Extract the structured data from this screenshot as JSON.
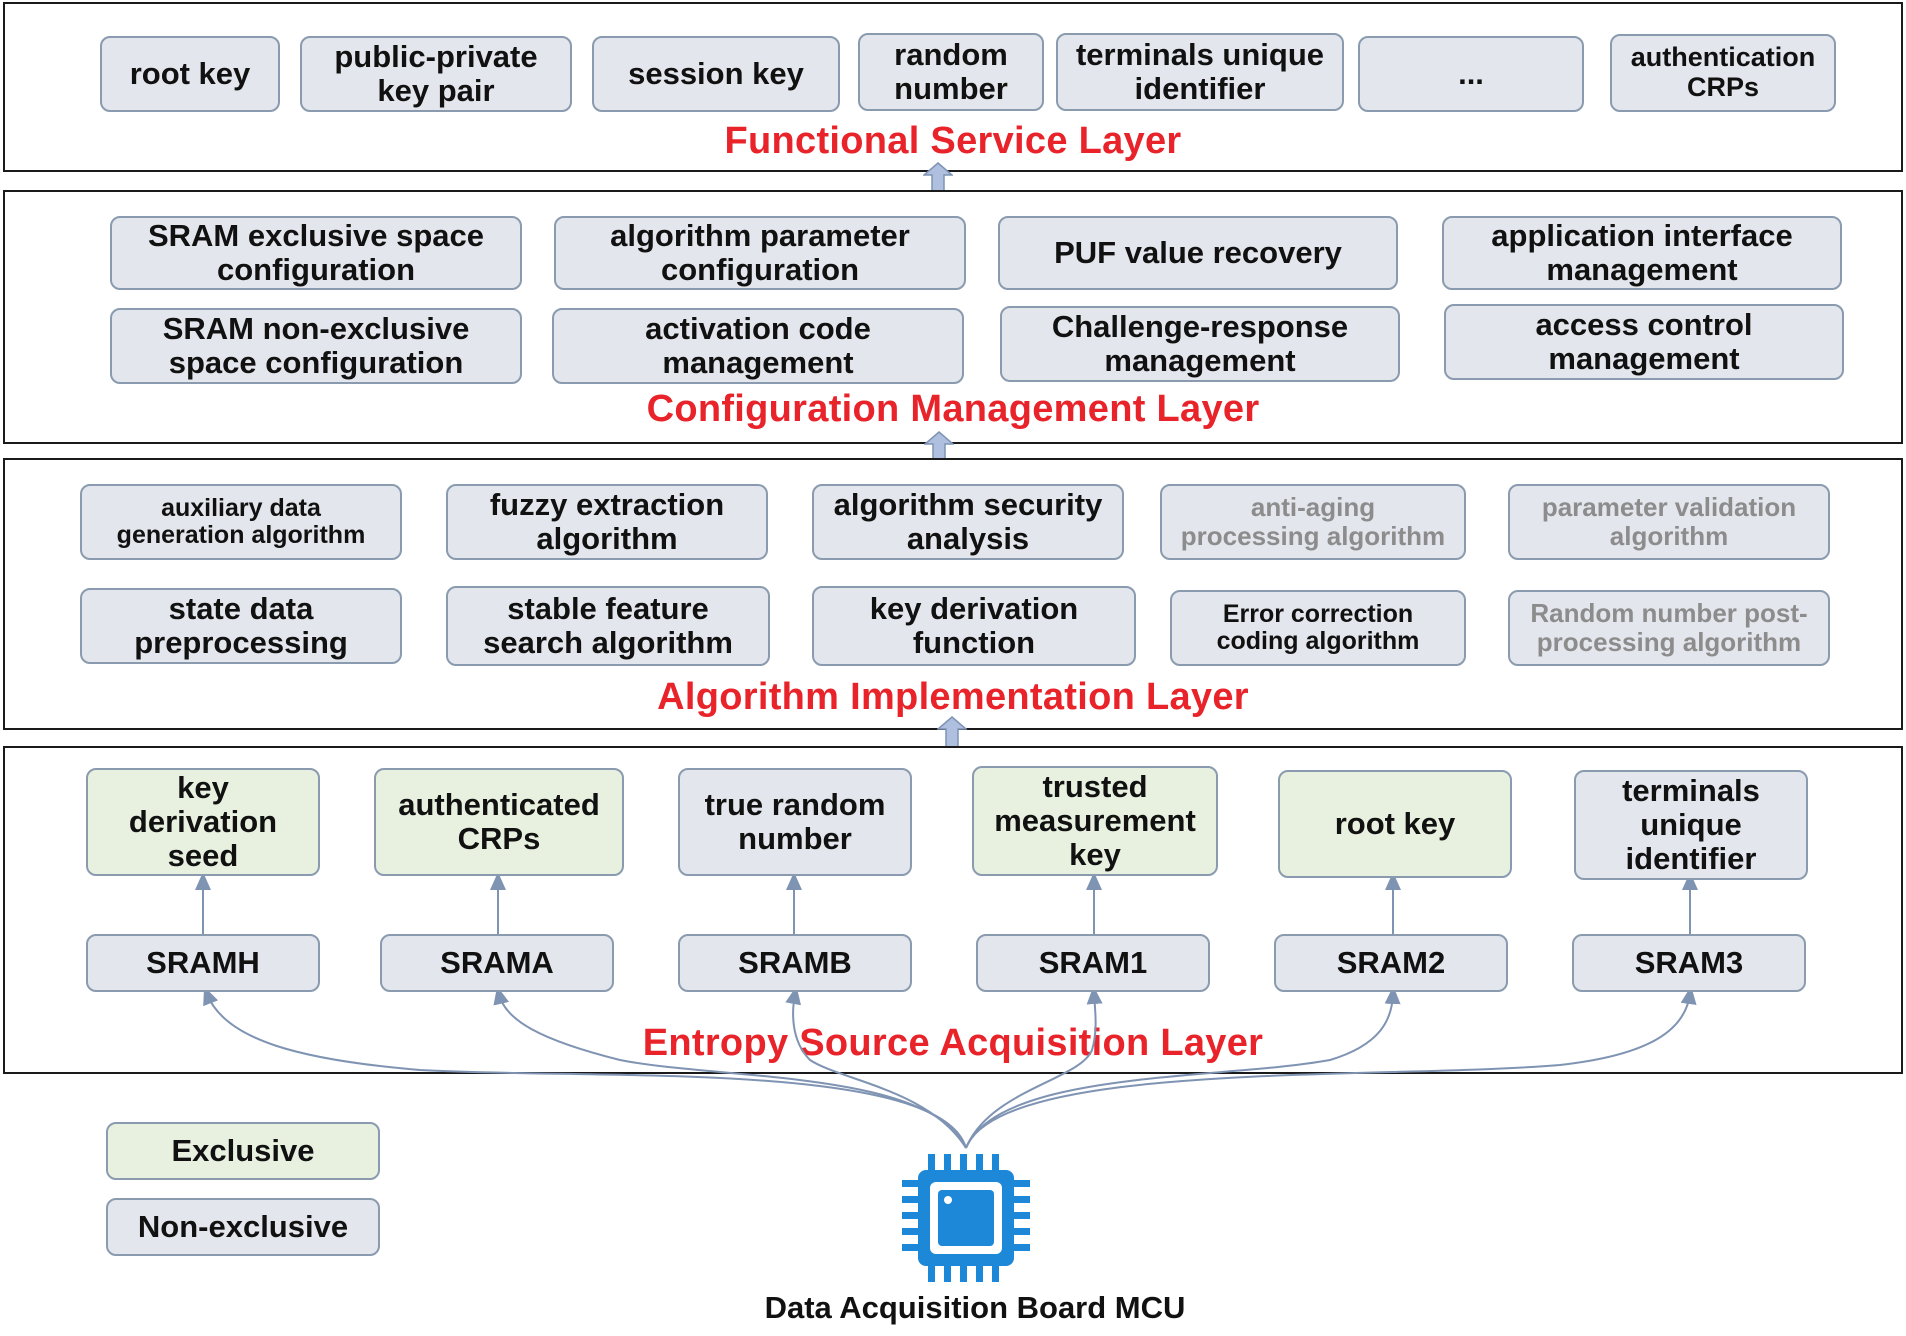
{
  "layers": {
    "functional": {
      "title": "Functional Service Layer",
      "boxes": [
        "root key",
        "public-private\nkey pair",
        "session key",
        "random\nnumber",
        "terminals unique\nidentifier",
        "...",
        "authentication\nCRPs"
      ]
    },
    "configuration": {
      "title": "Configuration Management Layer",
      "boxes": [
        "SRAM exclusive space\nconfiguration",
        "algorithm parameter\nconfiguration",
        "PUF value recovery",
        "application interface\nmanagement",
        "SRAM non-exclusive\nspace configuration",
        "activation code\nmanagement",
        "Challenge-response\nmanagement",
        "access control\nmanagement"
      ]
    },
    "algorithm": {
      "title": "Algorithm Implementation Layer",
      "boxes": [
        "auxiliary data\ngeneration algorithm",
        "fuzzy extraction\nalgorithm",
        "algorithm security\nanalysis",
        "anti-aging\nprocessing algorithm",
        "parameter validation\nalgorithm",
        "state data\npreprocessing",
        "stable feature\nsearch algorithm",
        "key derivation\nfunction",
        "Error correction\ncoding algorithm",
        "Random number post-\nprocessing algorithm"
      ]
    },
    "entropy": {
      "title": "Entropy Source Acquisition Layer",
      "outputs": [
        "key\nderivation\nseed",
        "authenticated\nCRPs",
        "true random\nnumber",
        "trusted\nmeasurement\nkey",
        "root key",
        "terminals\nunique\nidentifier"
      ],
      "sources": [
        "SRAMH",
        "SRAMA",
        "SRAMB",
        "SRAM1",
        "SRAM2",
        "SRAM3"
      ]
    }
  },
  "legend": {
    "exclusive": "Exclusive",
    "non_exclusive": "Non-exclusive"
  },
  "mcu_label": "Data Acquisition Board MCU",
  "colors": {
    "title_red": "#e8232a",
    "box_grey": "#e3e6ec",
    "box_green": "#e8f1e0",
    "connector_blue": "#aebfe0",
    "chip_blue": "#1e88d8",
    "line_blue": "#7f93b3"
  },
  "icons": {
    "mcu": "chip-icon"
  }
}
